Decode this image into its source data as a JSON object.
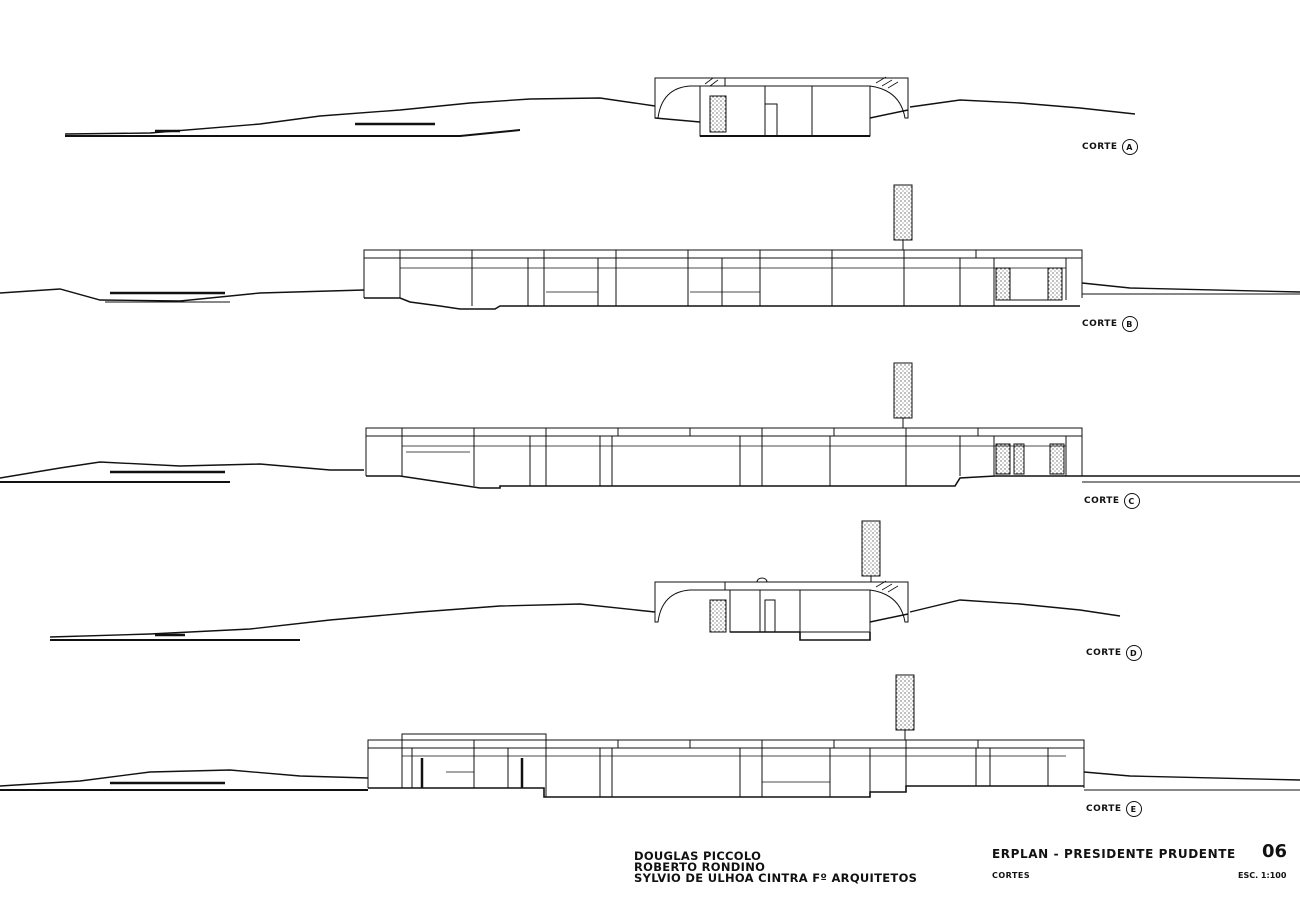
{
  "sections": [
    {
      "label": "CORTE",
      "letter": "A"
    },
    {
      "label": "CORTE",
      "letter": "B"
    },
    {
      "label": "CORTE",
      "letter": "C"
    },
    {
      "label": "CORTE",
      "letter": "D"
    },
    {
      "label": "CORTE",
      "letter": "E"
    }
  ],
  "title_block": {
    "architects": [
      "DOUGLAS PICCOLO",
      "ROBERTO RONDINO",
      "SYLVIO DE ULHOA CINTRA Fº  ARQUITETOS"
    ],
    "project": "ERPLAN - PRESIDENTE PRUDENTE",
    "sheet_title": "CORTES",
    "sheet_number": "06",
    "scale": "ESC. 1:100"
  }
}
